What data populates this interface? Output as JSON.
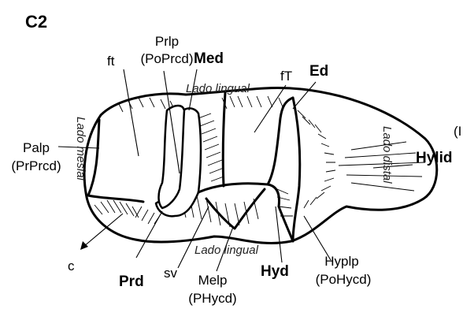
{
  "panel_label": "C2",
  "labels": {
    "ft_left": "ft",
    "prlp": "Prlp",
    "prlp_alt": "(PoPrcd)",
    "med": "Med",
    "ft_upper": "fT",
    "ed": "Ed",
    "lado_lingual_top": "Lado lingual",
    "lado_mesial": "Lado mesial",
    "palp": "Palp",
    "palp_alt": "(PrPrcd)",
    "lado_distal": "Lado distal",
    "hylid": "Hylid",
    "edge_partial": "(I",
    "c": "c",
    "prd": "Prd",
    "sv": "sv",
    "lado_lingual_bottom": "Lado lingual",
    "melp": "Melp",
    "melp_alt": "(PHycd)",
    "hyd": "Hyd",
    "hyplp": "Hyplp",
    "hyplp_alt": "(PoHycd)"
  }
}
